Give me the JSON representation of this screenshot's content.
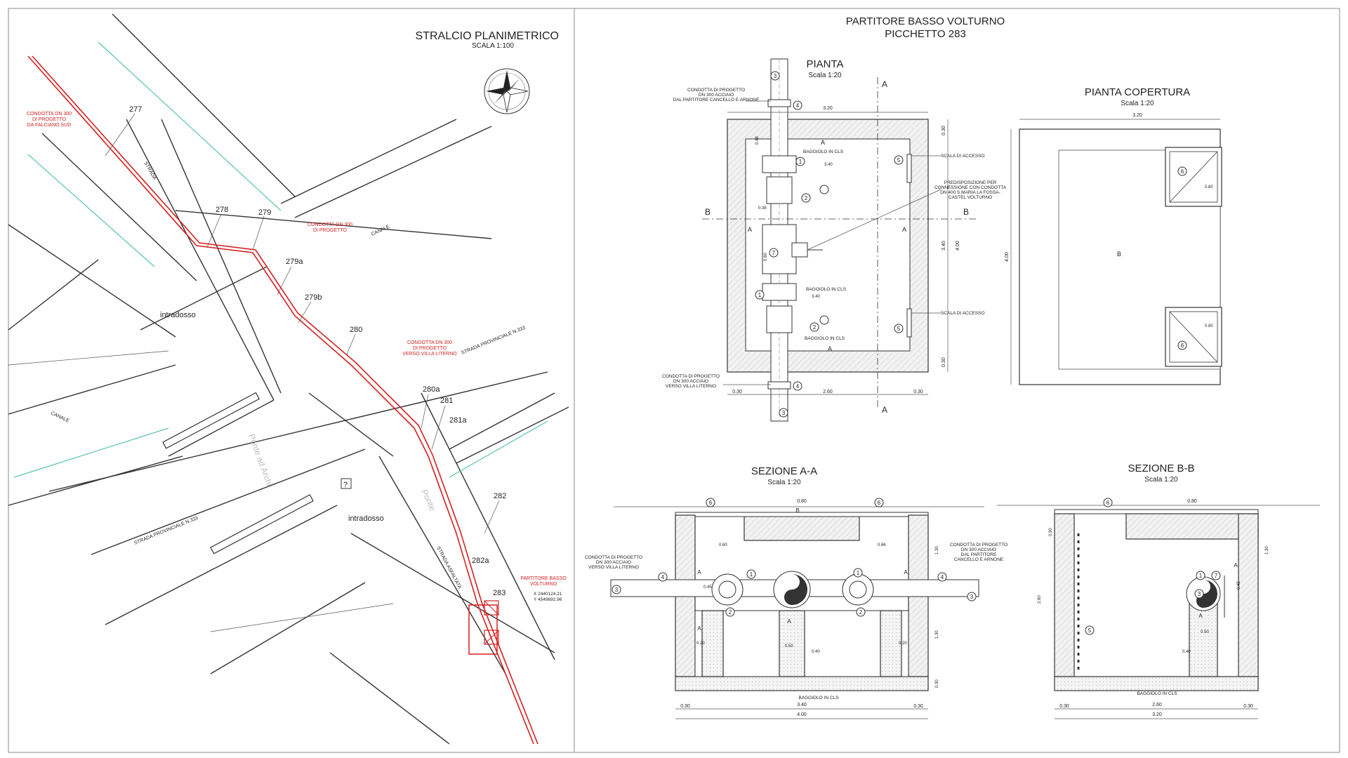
{
  "colors": {
    "accent_red": "#d62020",
    "green_contour": "#58c4b4",
    "line": "#333333"
  },
  "plan": {
    "title": "STRALCIO PLANIMETRICO",
    "scale": "SCALA 1:100",
    "points": [
      "277",
      "278",
      "279",
      "279a",
      "279b",
      "280",
      "280a",
      "281",
      "281a",
      "282",
      "282a",
      "283"
    ],
    "red_notes": {
      "n1": [
        "CONDOTTA DN 300",
        "DI PROGETTO",
        "DA FALCIANO SUD"
      ],
      "n2": [
        "CONDOTTA DN 300",
        "DI PROGETTO"
      ],
      "n3": [
        "CONDOTTA DN 300",
        "DI PROGETTO",
        "VERSO VILLA LITERNO"
      ],
      "n4": [
        "PARTITORE BASSO",
        "VOLTURNO"
      ]
    },
    "coords": [
      "X 2440124.21",
      "Y 4549692.96"
    ],
    "labels": {
      "strada": "STRADA",
      "canale1": "CANALE",
      "canale2": "CANALE",
      "intradosso1": "intradosso",
      "intradosso2": "intradosso",
      "prov1": "STRADA PROVINCIALE N.333",
      "prov2": "STRADA PROVINCIALE N.333",
      "asfaltata": "STRADA ASFALTATA",
      "ponte": "Ponte",
      "ponte_archi": "Ponte ad Archi",
      "question": "?"
    }
  },
  "header": {
    "title": "PARTITORE BASSO VOLTURNO",
    "subtitle": "PICCHETTO 283"
  },
  "pianta": {
    "title": "PIANTA",
    "scale": "Scala 1:20",
    "notes": {
      "in": [
        "CONDOTTA DI PROGETTO",
        "DN 300 ACCIAIO",
        "DAL PARTITORE CANCELLO E ARNONE"
      ],
      "out": [
        "CONDOTTA DI PROGETTO",
        "DN 300 ACCIAIO",
        "VERSO VILLA LITERNO"
      ],
      "baggiolo": "BAGGIOLO IN CLS",
      "scala": "SCALA DI ACCESSO",
      "predisp": [
        "PREDISPOSIZIONE PER",
        "CONNESSIONE CON CONDOTTA",
        "DN 400 S.MARIA LA FOSSA-",
        "CASTEL VOLTURNO"
      ]
    },
    "dims": {
      "w": "3.20",
      "h": "4.00",
      "iw": "2.60",
      "ih": "3.40",
      "t": "0.30",
      "d1": "0.38",
      "d2": "0.48",
      "d3": "0.60",
      "d4": "3.40"
    },
    "cut_a": "A",
    "cut_b": "B",
    "items": [
      "1",
      "2",
      "3",
      "4",
      "5",
      "6",
      "7"
    ],
    "material": "A"
  },
  "copertura": {
    "title": "PIANTA COPERTURA",
    "scale": "Scala 1:20",
    "dims": {
      "w": "3.20",
      "h": "4.00",
      "c": "0.80"
    },
    "label_b": "B",
    "item": "6"
  },
  "sez_a": {
    "title": "SEZIONE A-A",
    "scale": "Scala 1:20",
    "notes": {
      "left": [
        "CONDOTTA DI PROGETTO",
        "DN 300 ACCIAIO",
        "VERSO VILLA LITERNO"
      ],
      "right": [
        "CONDOTTA DI PROGETTO",
        "DN 300 ACCIAIO",
        "DAL PARTITORE",
        "CANCELLO E ARNONE"
      ],
      "baggiolo": "BAGGIOLO IN CLS"
    },
    "dims": {
      "total": "4.00",
      "inner": "3.40",
      "t": "0.30",
      "top": "0.80",
      "a": "0.60",
      "b": "0.66",
      "h1": "1.30",
      "h2": "1.30",
      "h3": "0.30",
      "d50": "0.50",
      "d45": "0.45",
      "d20": "0.20",
      "d40": "0.40"
    }
  },
  "sez_b": {
    "title": "SEZIONE B-B",
    "scale": "Scala 1:20",
    "baggiolo": "BAGGIOLO IN CLS",
    "dims": {
      "total": "3.20",
      "inner": "2.60",
      "t": "0.30",
      "top": "0.80",
      "h": "2.60",
      "h1": "1.30",
      "d50": "0.50",
      "d45": "0.45",
      "d40": "0.40",
      "d90": "0.90"
    }
  }
}
